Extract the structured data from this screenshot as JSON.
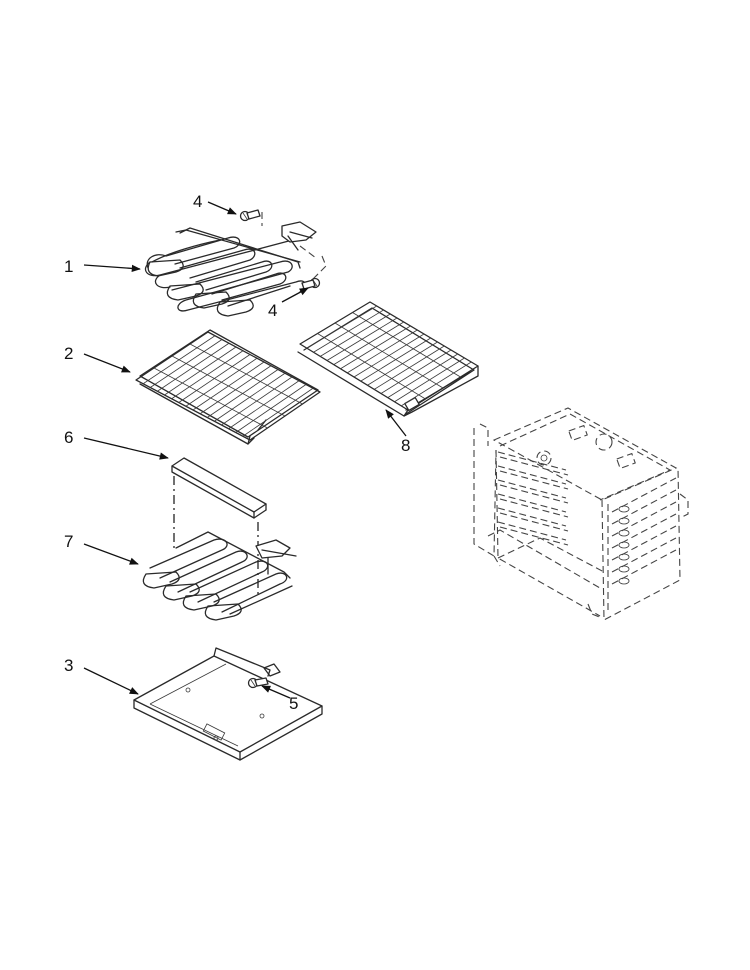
{
  "callouts": {
    "c1": "1",
    "c2": "2",
    "c3": "3",
    "c4a": "4",
    "c4b": "4",
    "c5": "5",
    "c6": "6",
    "c7": "7",
    "c8": "8"
  },
  "colors": {
    "line": "#2a2a2a",
    "background": "#ffffff"
  }
}
